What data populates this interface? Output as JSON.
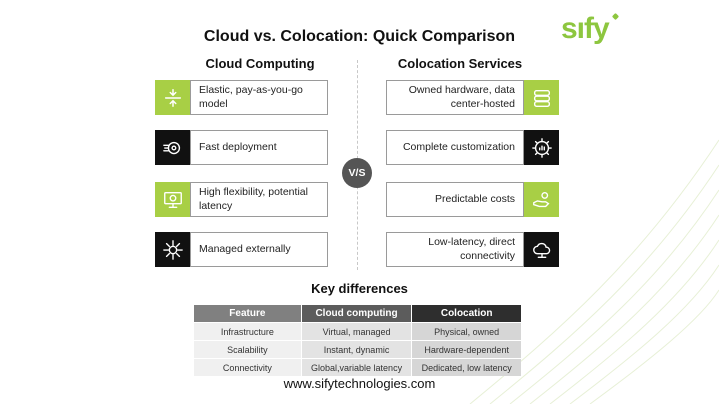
{
  "title": "Cloud vs. Colocation: Quick Comparison",
  "brand": {
    "logo_text": "sıfy",
    "accent_color": "#a8cf45"
  },
  "left_column": {
    "heading": "Cloud Computing",
    "items": [
      {
        "label": "Elastic, pay-as-you-go model",
        "icon": "elastic-scale-icon",
        "style": "green"
      },
      {
        "label": "Fast deployment",
        "icon": "gear-speed-icon",
        "style": "black"
      },
      {
        "label": "High flexibility, potential latency",
        "icon": "monitor-gear-icon",
        "style": "green"
      },
      {
        "label": "Managed externally",
        "icon": "network-gear-icon",
        "style": "black"
      }
    ]
  },
  "right_column": {
    "heading": "Colocation Services",
    "items": [
      {
        "label": "Owned hardware, data center-hosted",
        "icon": "server-stack-icon",
        "style": "green"
      },
      {
        "label": "Complete customization",
        "icon": "gear-chart-icon",
        "style": "black"
      },
      {
        "label": "Predictable costs",
        "icon": "hand-coins-icon",
        "style": "green"
      },
      {
        "label": "Low-latency, direct connectivity",
        "icon": "cloud-connect-icon",
        "style": "black"
      }
    ]
  },
  "vs_label": "V/S",
  "key_differences": {
    "heading": "Key differences",
    "columns": [
      "Feature",
      "Cloud computing",
      "Colocation"
    ],
    "rows": [
      [
        "Infrastructure",
        "Virtual, managed",
        "Physical, owned"
      ],
      [
        "Scalability",
        "Instant, dynamic",
        "Hardware-dependent"
      ],
      [
        "Connectivity",
        "Global,variable latency",
        "Dedicated, low latency"
      ]
    ]
  },
  "footer": "www.sifytechnologies.com"
}
